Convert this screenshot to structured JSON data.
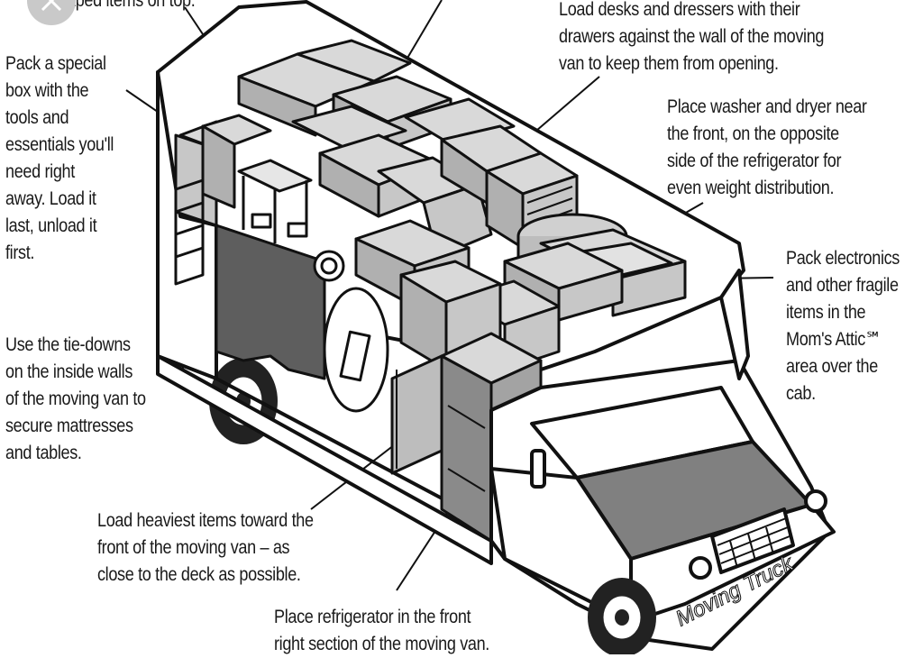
{
  "annotations": {
    "stack_taped": "...aped items on top.",
    "special_box": "Pack a special\nbox with the\ntools and\nessentials you'll\nneed right\naway. Load it\nlast, unload it\nfirst.",
    "desks_dressers": "Load desks and dressers with their\ndrawers against the wall of the moving\nvan to keep them from opening.",
    "washer_dryer": "Place washer and dryer near\nthe front, on the opposite\nside of the refrigerator for\neven weight distribution.",
    "electronics": "Pack electronics\nand other fragile\nitems in the\nMom's Attic℠\narea over the cab.",
    "tie_downs": "Use the tie-downs\non the inside walls\nof the moving van to\nsecure mattresses\nand tables.",
    "heaviest": "Load heaviest items toward the\nfront of the moving van – as\nclose to the deck as possible.",
    "refrigerator": "Place refrigerator in the front\nright section of the moving van."
  },
  "truck_logo": "Moving Truck",
  "icons": {
    "close": "close-icon"
  }
}
